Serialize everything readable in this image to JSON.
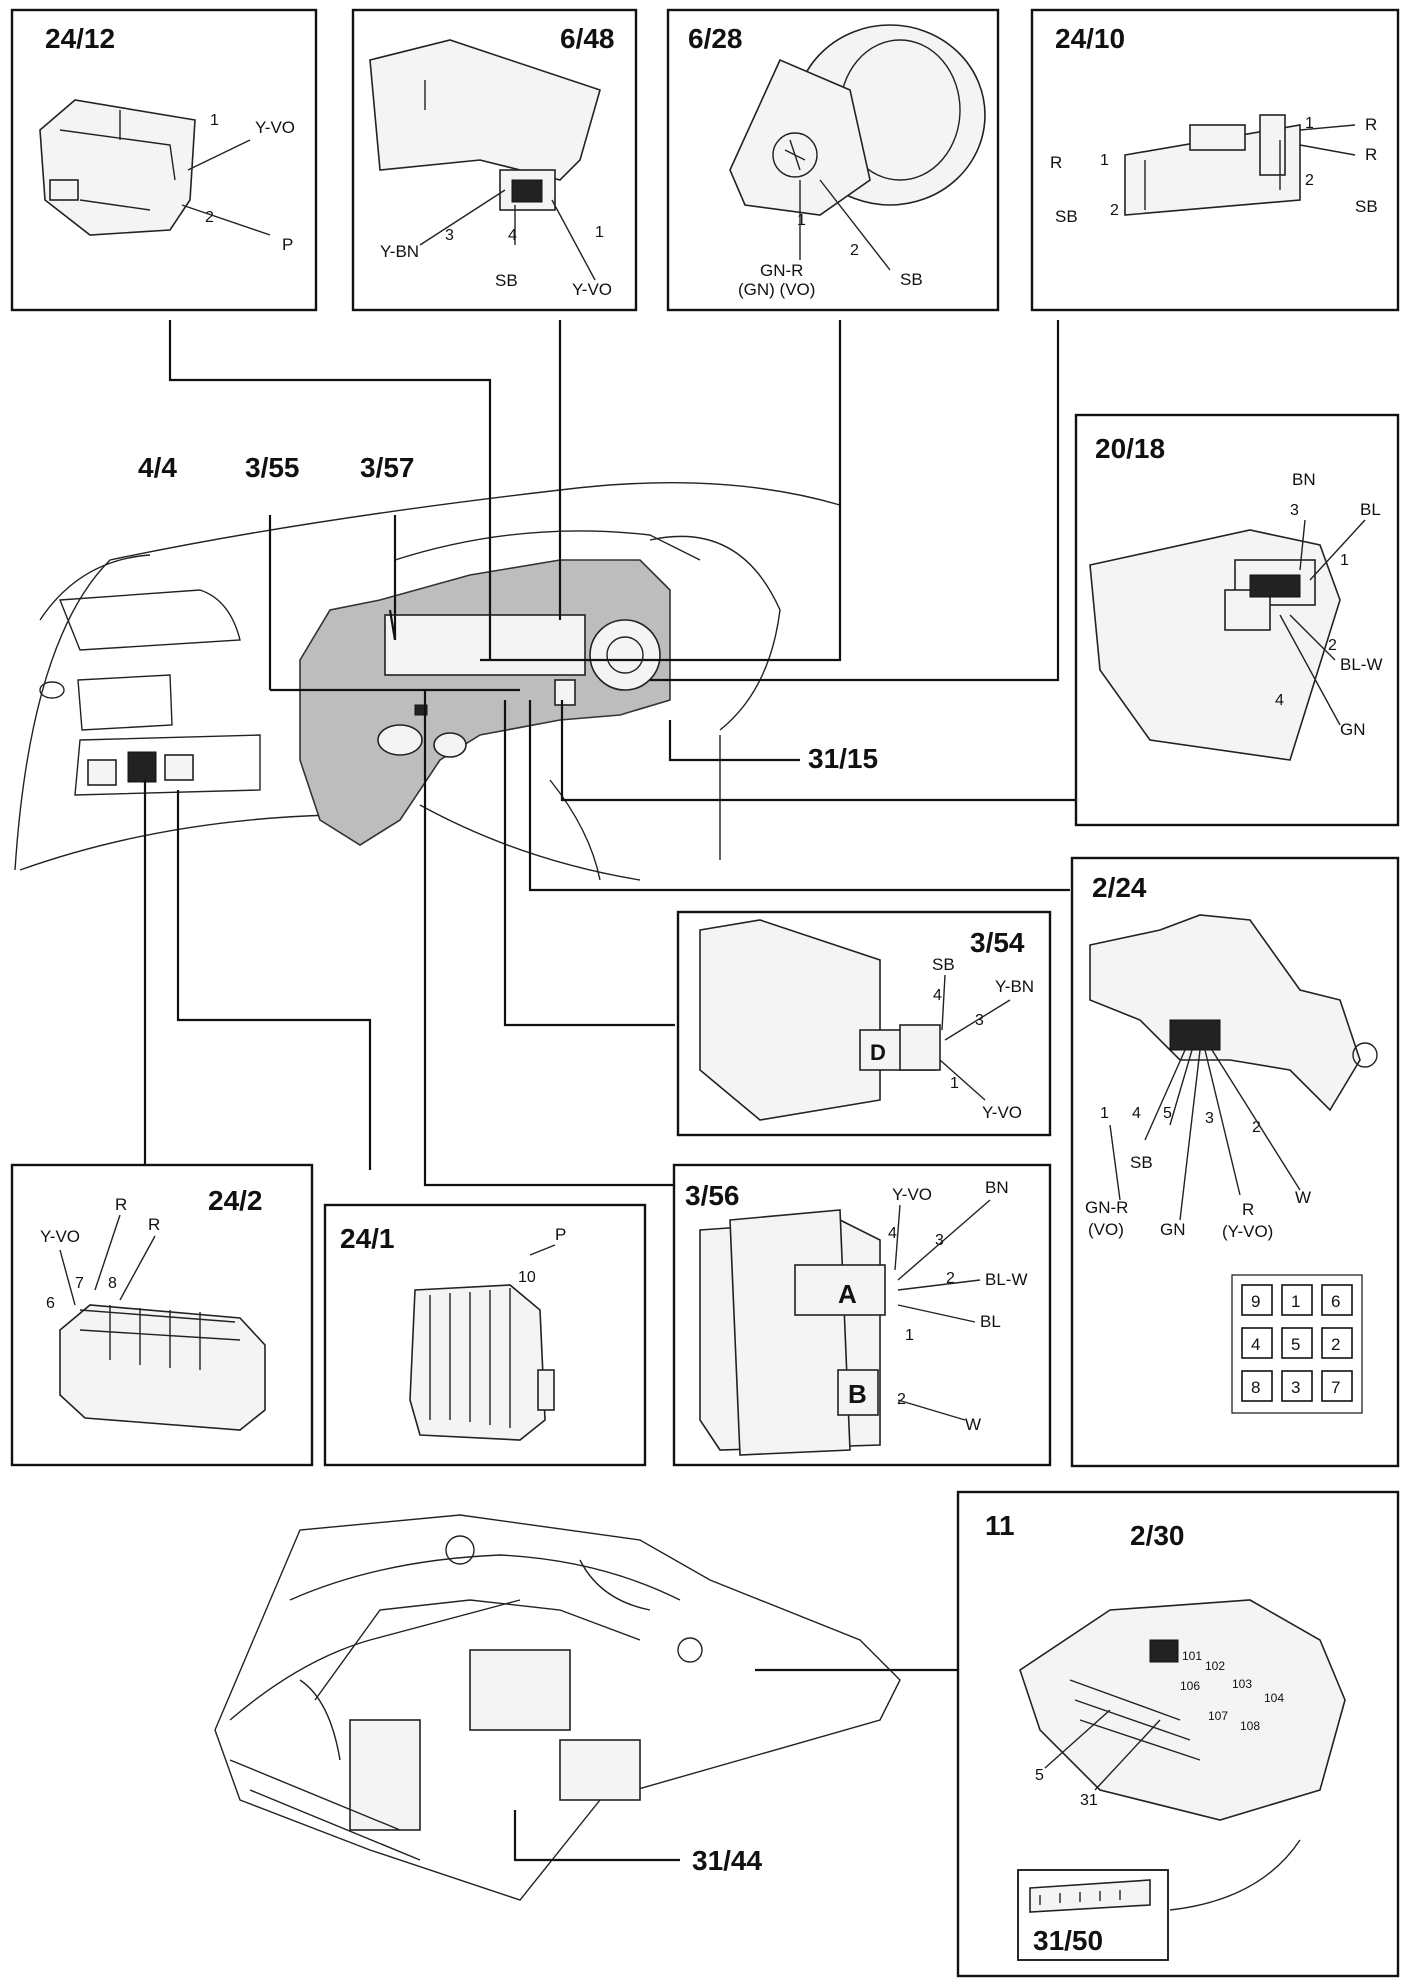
{
  "panels": {
    "p2412": {
      "title": "24/12",
      "pins": [
        "1",
        "2"
      ],
      "wires": [
        "Y-VO",
        "P"
      ]
    },
    "p648": {
      "title": "6/48",
      "pins": [
        "3",
        "4",
        "1"
      ],
      "wires": [
        "Y-BN",
        "SB",
        "Y-VO"
      ]
    },
    "p628": {
      "title": "6/28",
      "pins": [
        "1",
        "2"
      ],
      "wires": [
        "GN-R",
        "(GN) (VO)",
        "SB"
      ]
    },
    "p2410": {
      "title": "24/10",
      "pins": [
        "1",
        "1",
        "2",
        "2"
      ],
      "wires": [
        "R",
        "R",
        "R",
        "SB",
        "SB"
      ]
    },
    "p2018": {
      "title": "20/18",
      "pins": [
        "3",
        "1",
        "2",
        "4"
      ],
      "wires": [
        "BN",
        "BL",
        "BL-W",
        "GN"
      ]
    },
    "p354": {
      "title": "3/54",
      "pins": [
        "4",
        "3",
        "1"
      ],
      "wires": [
        "SB",
        "Y-BN",
        "Y-VO"
      ],
      "letter": "D"
    },
    "p224": {
      "title": "2/24",
      "pins": [
        "1",
        "4",
        "5",
        "3",
        "2"
      ],
      "wires": [
        "SB",
        "GN-R",
        "(VO)",
        "GN",
        "R",
        "(Y-VO)",
        "W"
      ],
      "grid": [
        "9",
        "1",
        "6",
        "4",
        "5",
        "2",
        "8",
        "3",
        "7"
      ]
    },
    "p242": {
      "title": "24/2",
      "pins": [
        "7",
        "8",
        "6"
      ],
      "wires": [
        "Y-VO",
        "R",
        "R"
      ]
    },
    "p241": {
      "title": "24/1",
      "pins": [
        "10"
      ],
      "wires": [
        "P"
      ]
    },
    "p356": {
      "title": "3/56",
      "pins": [
        "4",
        "3",
        "2",
        "1",
        "2"
      ],
      "wires": [
        "Y-VO",
        "BN",
        "BL-W",
        "BL",
        "W"
      ],
      "letters": [
        "A",
        "B"
      ]
    },
    "p11": {
      "title": "11",
      "sub": "2/30",
      "fuses": [
        "101",
        "102",
        "103",
        "104",
        "106",
        "107",
        "108"
      ],
      "pins": [
        "5",
        "31"
      ],
      "inset": "31/50"
    }
  },
  "callouts": {
    "c44": "4/4",
    "c355": "3/55",
    "c357": "3/57",
    "c3115": "31/15",
    "c3144": "31/44"
  }
}
